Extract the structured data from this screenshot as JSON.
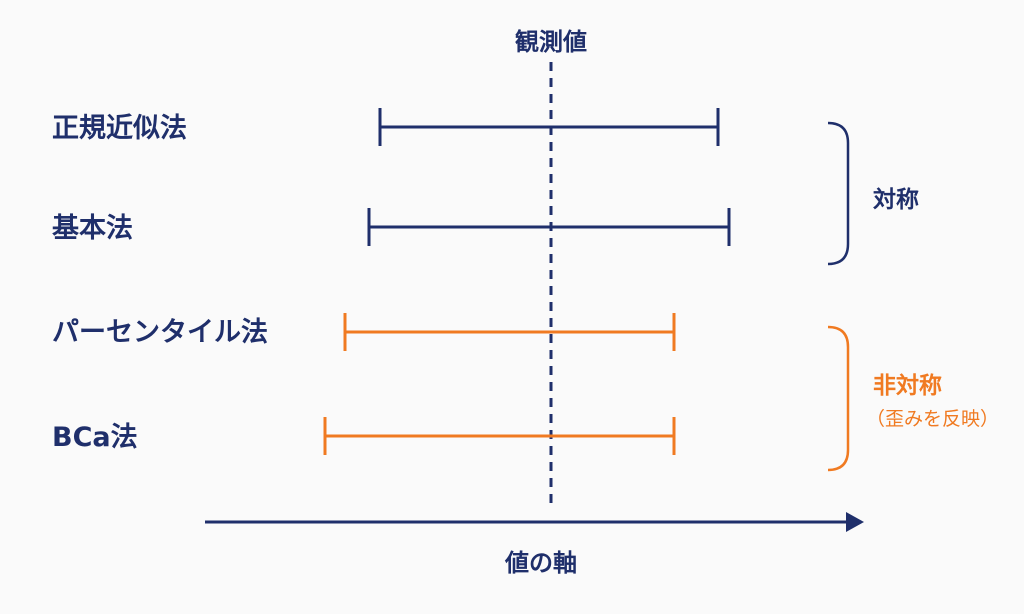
{
  "observed_label": "観測値",
  "axis_label": "値の軸",
  "colors": {
    "navy": "#1f2f6b",
    "orange": "#f07a21"
  },
  "methods": [
    {
      "name": "正規近似法",
      "kind": "symmetric"
    },
    {
      "name": "基本法",
      "kind": "symmetric"
    },
    {
      "name": "パーセンタイル法",
      "kind": "asymmetric"
    },
    {
      "name": "BCa法",
      "kind": "asymmetric"
    }
  ],
  "groups": {
    "symmetric": {
      "label": "対称"
    },
    "asymmetric": {
      "label": "非対称",
      "note": "（歪みを反映）"
    }
  }
}
